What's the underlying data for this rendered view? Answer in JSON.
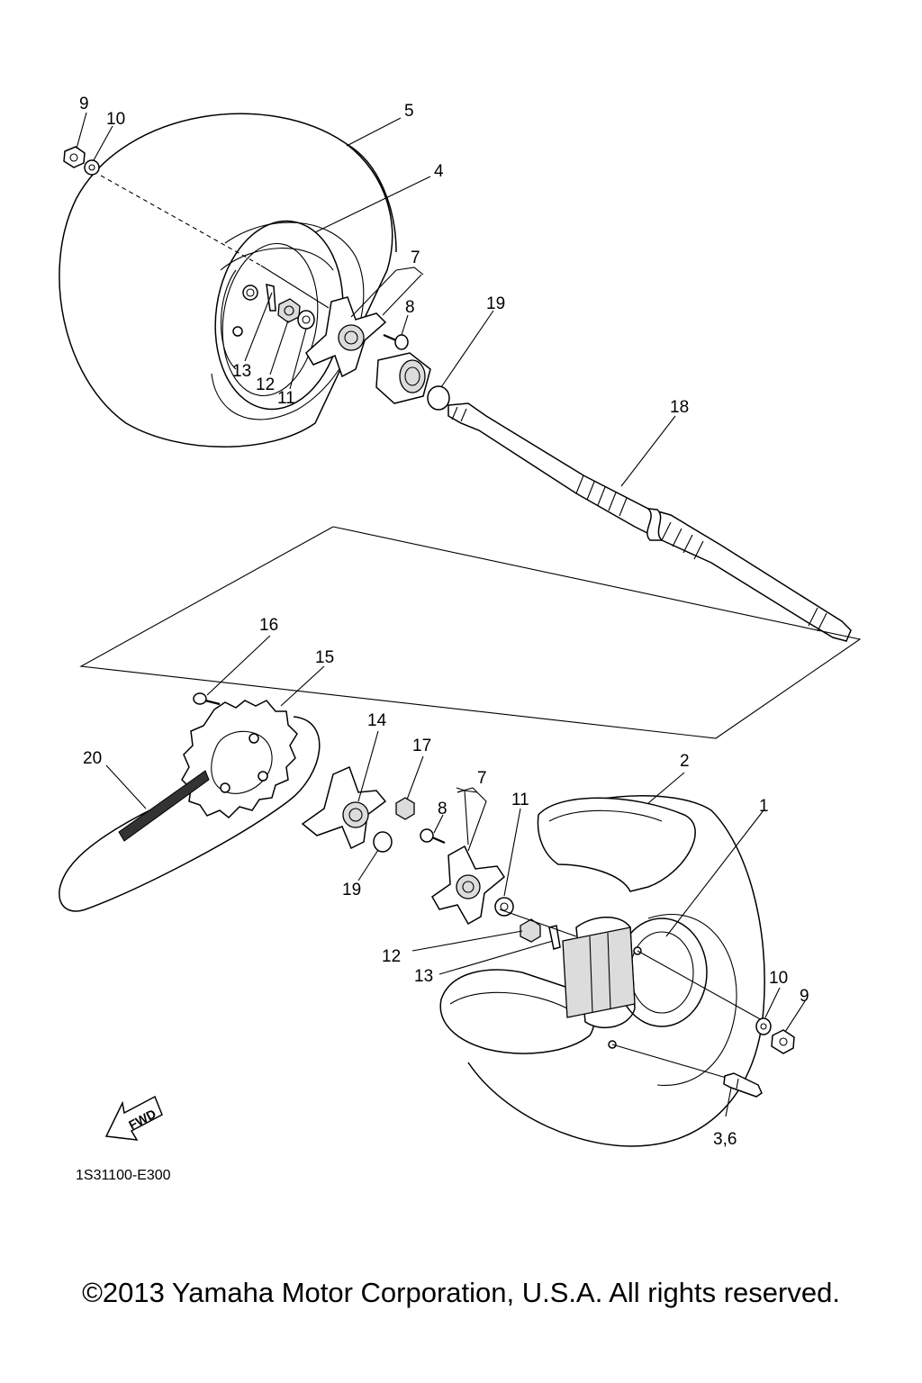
{
  "diagram": {
    "code": "1S31100-E300",
    "fwd_label": "FWD",
    "callouts": {
      "c1": "1",
      "c2": "2",
      "c3": "3,6",
      "c4": "4",
      "c5": "5",
      "c7a": "7",
      "c7b": "7",
      "c8a": "8",
      "c8b": "8",
      "c9a": "9",
      "c9b": "9",
      "c10a": "10",
      "c10b": "10",
      "c11a": "11",
      "c11b": "11",
      "c12a": "12",
      "c12b": "12",
      "c13a": "13",
      "c13b": "13",
      "c14": "14",
      "c15": "15",
      "c16": "16",
      "c17": "17",
      "c18": "18",
      "c19a": "19",
      "c19b": "19",
      "c20": "20"
    }
  },
  "footer": {
    "copyright": "©2013 Yamaha Motor Corporation, U.S.A. All rights reserved."
  }
}
